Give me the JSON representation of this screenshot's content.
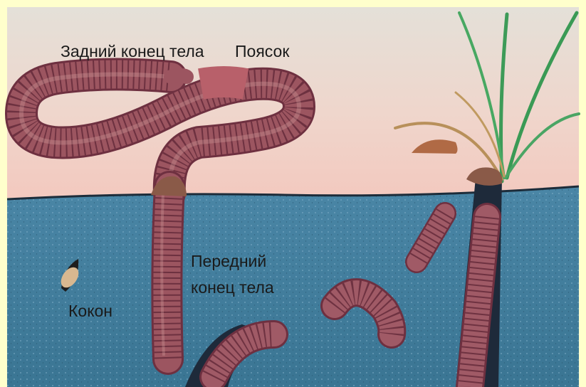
{
  "labels": {
    "tail_end": "Задний конец тела",
    "clitellum": "Поясок",
    "front_end_line1": "Передний",
    "front_end_line2": "конец тела",
    "cocoon": "Кокон"
  },
  "title_fragment": "",
  "colors": {
    "page_bg": "#ffffcc",
    "sky_top": "#e9dcd2",
    "sky_bottom": "#f1cfc4",
    "soil": "#3f7c9c",
    "soil_light": "#5a93b3",
    "worm_body": "#9c5560",
    "worm_ring": "#6e3040",
    "worm_highlight": "#c98a8a",
    "clitellum": "#b8606a",
    "grass": "#3a9a55",
    "grass_dry": "#b8905a",
    "burrow": "#1e2a3a"
  }
}
